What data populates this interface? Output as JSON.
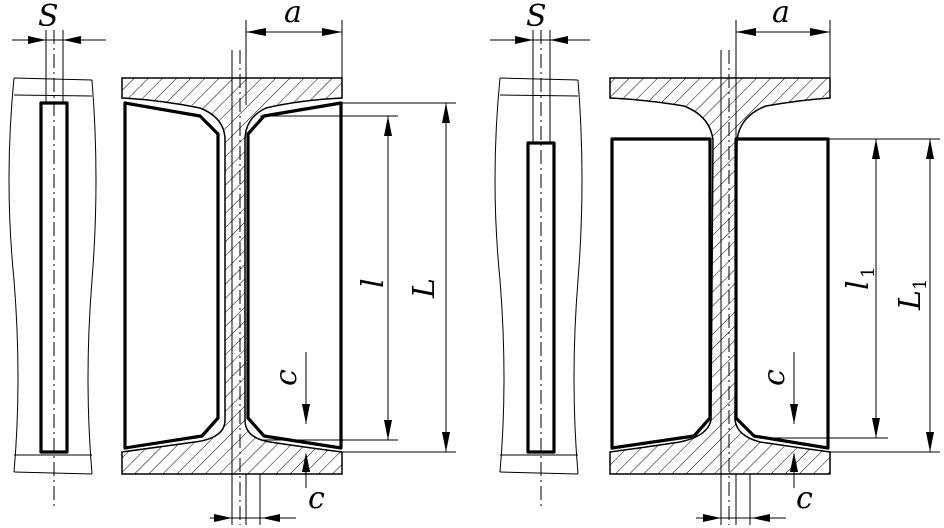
{
  "left_view": {
    "labels": {
      "S": "S",
      "a": "a",
      "l": "l",
      "L": "L",
      "c_vertical": "c",
      "c_bottom": "c"
    }
  },
  "right_view": {
    "labels": {
      "S": "S",
      "a": "a",
      "l_main": "l",
      "l_sub": "1",
      "L_main": "L",
      "L_sub": "1",
      "c_vertical": "c",
      "c_bottom": "c"
    }
  }
}
